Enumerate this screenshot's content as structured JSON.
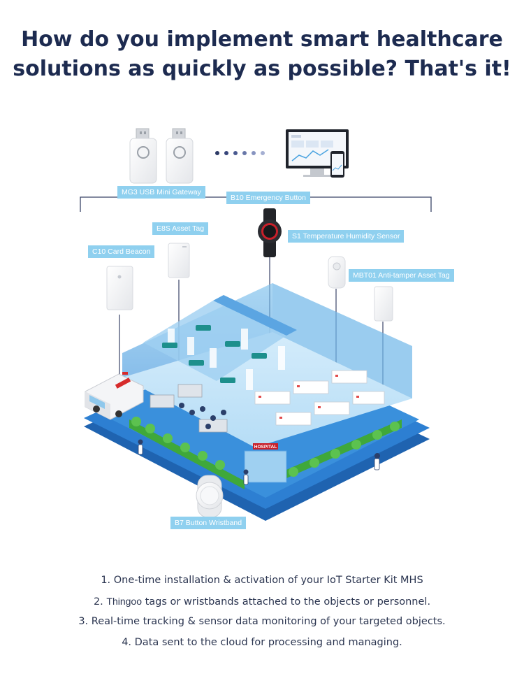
{
  "headline": {
    "line1": "How do you implement smart healthcare",
    "line2": "solutions as quickly as possible? That's it!"
  },
  "devices": {
    "gateway_label": "MG3 USB Mini Gateway",
    "emergency_label": "B10 Emergency Button",
    "asset_tag_label": "E8S Asset Tag",
    "sensor_label": "S1 Temperature Humidity Sensor",
    "card_beacon_label": "C10 Card Beacon",
    "anti_tamper_label": "MBT01 Anti-tamper Asset Tag",
    "wristband_label": "B7 Button Wristband"
  },
  "building": {
    "sign_text": "HOSPITAL"
  },
  "steps": {
    "s1": "1. One-time installation & activation of your IoT Starter Kit MHS",
    "s2_prefix": "2. ",
    "s2_brand": "Thingoo",
    "s2_rest": " tags or wristbands attached to the objects or personnel.",
    "s3": "3. Real-time tracking & sensor data monitoring of your targeted objects.",
    "s4": "4. Data sent to the cloud for processing and managing."
  },
  "colors": {
    "heading": "#1d2b50",
    "label_bg": "#8fd0ef",
    "floor_blue": "#2c7fd0",
    "room_glass": "#a9d6f3",
    "hedge_green": "#3fa83a"
  }
}
